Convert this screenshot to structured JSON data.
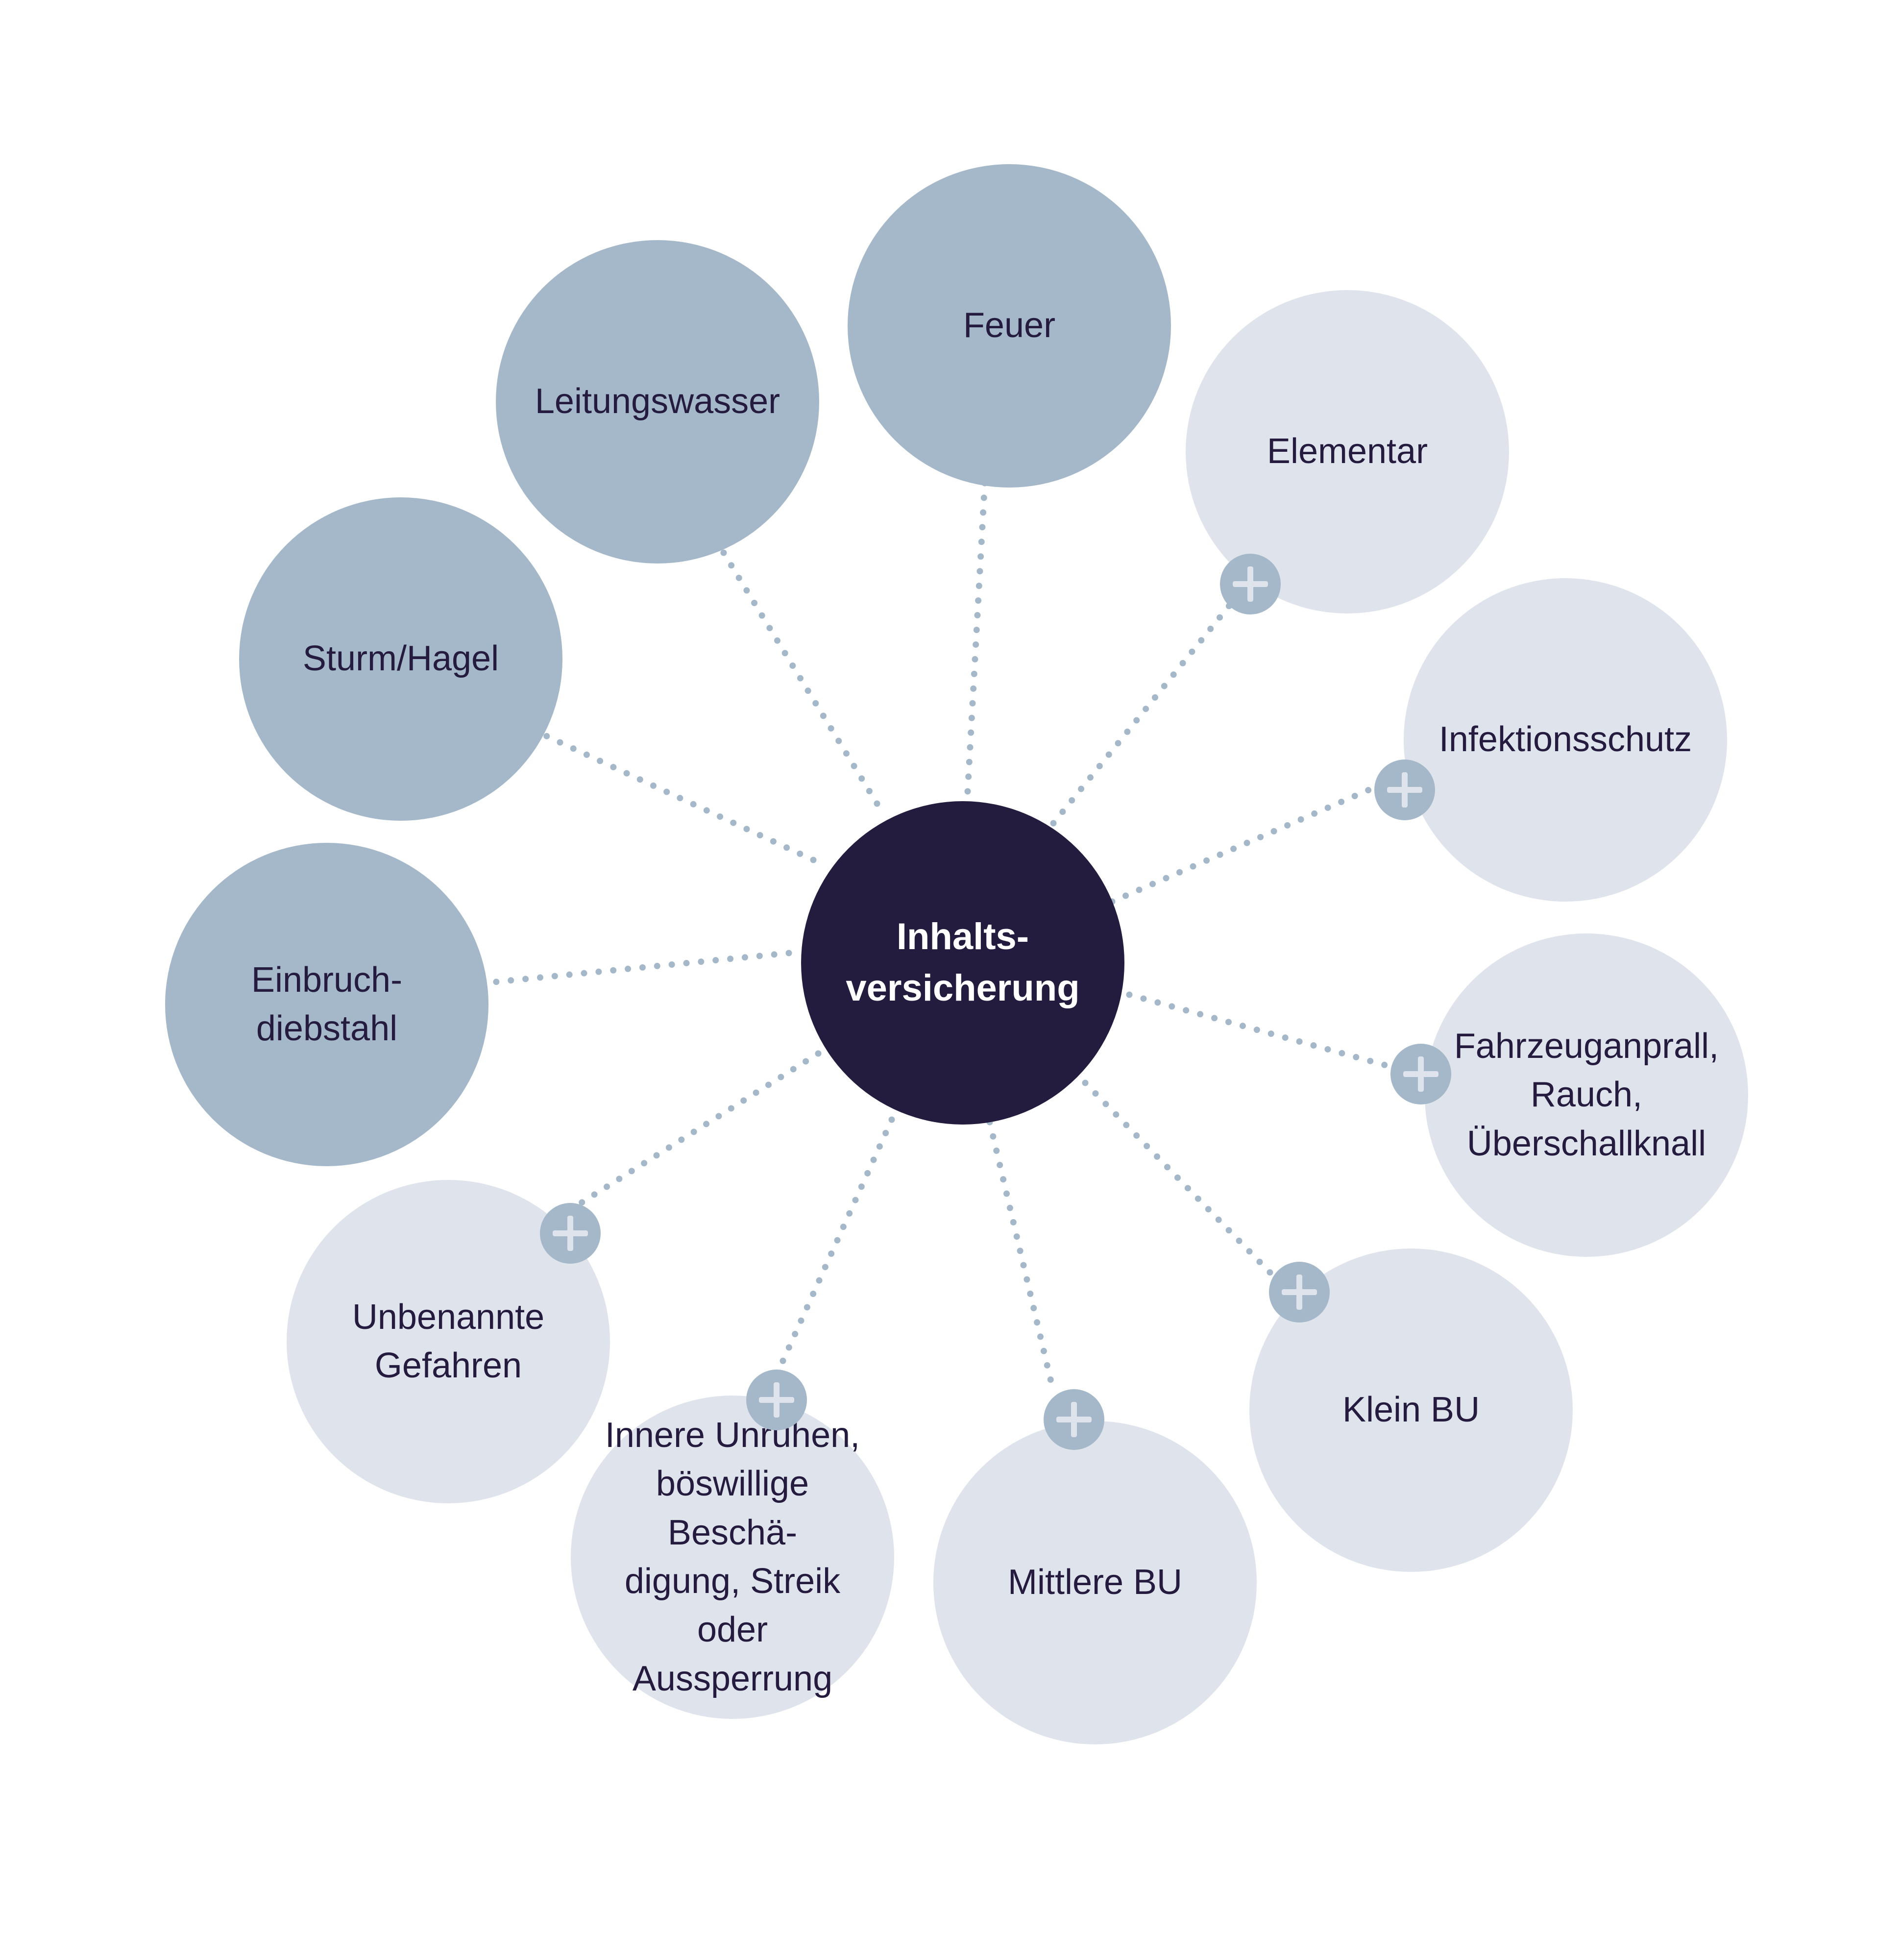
{
  "colors": {
    "center_fill": "#241c3e",
    "core_fill": "#a4b8c9",
    "addon_fill": "#dee3ec",
    "connector": "#a4b8c9",
    "text_dark": "#241b3e",
    "text_light": "#ffffff"
  },
  "center": {
    "label": "Inhalts-\nversicherung"
  },
  "core_coverages": [
    {
      "key": "feuer",
      "label": "Feuer"
    },
    {
      "key": "leitungswasser",
      "label": "Leitungswasser"
    },
    {
      "key": "sturm-hagel",
      "label": "Sturm/Hagel"
    },
    {
      "key": "einbruchdiebstahl",
      "label": "Einbruch-\ndiebstahl"
    }
  ],
  "optional_coverages": [
    {
      "key": "elementar",
      "label": "Elementar",
      "badge_icon": "plus-icon"
    },
    {
      "key": "infektionsschutz",
      "label": "Infektionsschutz",
      "badge_icon": "plus-icon"
    },
    {
      "key": "fahrzeuganprall",
      "label": "Fahrzeuganprall,\nRauch,\nÜberschallknall",
      "badge_icon": "plus-icon"
    },
    {
      "key": "klein-bu",
      "label": "Klein BU",
      "badge_icon": "plus-icon"
    },
    {
      "key": "mittlere-bu",
      "label": "Mittlere BU",
      "badge_icon": "plus-icon"
    },
    {
      "key": "innere-unruhen",
      "label": "Innere Unruhen,\nböswillige Beschä-\ndigung, Streik oder\nAussperrung",
      "badge_icon": "plus-icon"
    },
    {
      "key": "unbenannte-gefahren",
      "label": "Unbenannte\nGefahren",
      "badge_icon": "plus-icon"
    }
  ]
}
